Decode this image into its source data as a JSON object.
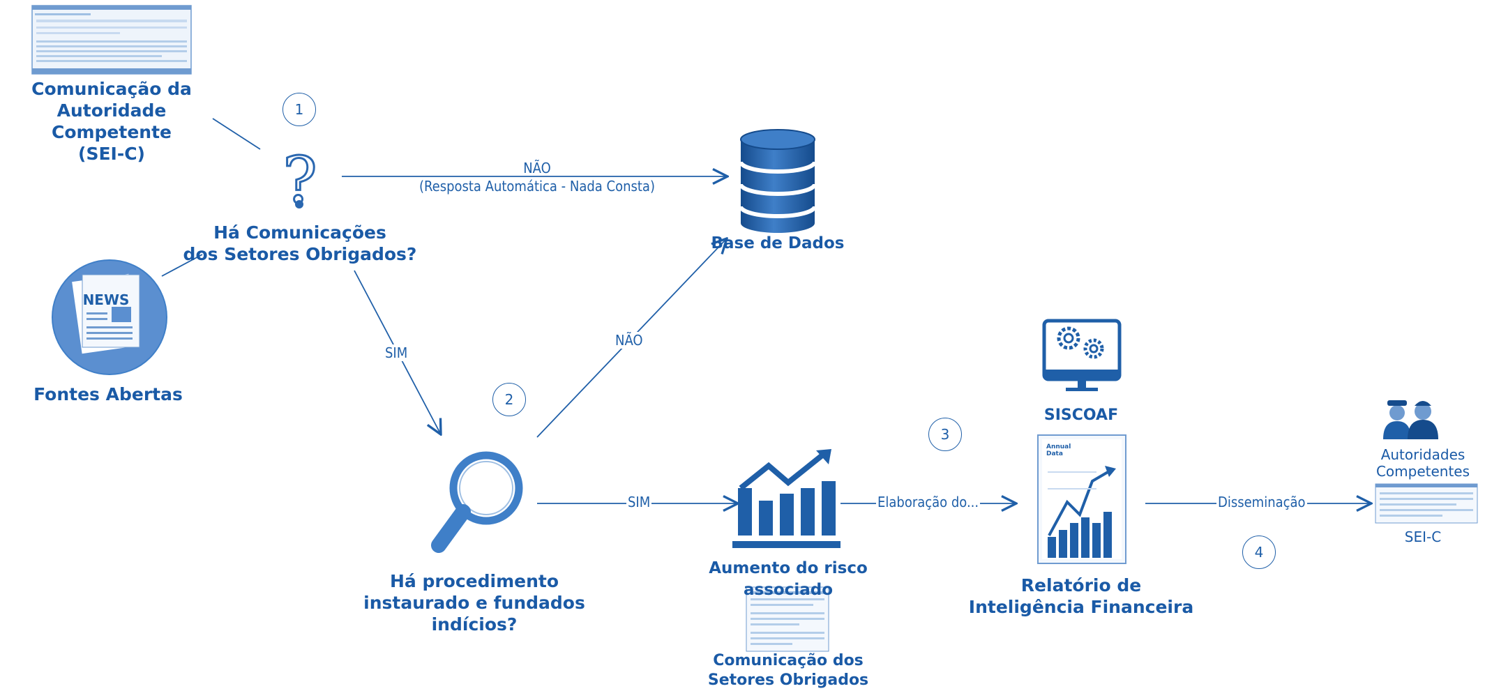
{
  "nodes": {
    "comunicacao_autoridade": "Comunicação da\nAutoridade Competente\n(SEI-C)",
    "ha_comunicacoes": "Há Comunicações\ndos Setores Obrigados?",
    "fontes_abertas": "Fontes Abertas",
    "base_de_dados": "Base de Dados",
    "ha_procedimento": "Há procedimento\ninstaurado e fundados indícios?",
    "aumento_risco": "Aumento do risco associado",
    "comunicacao_setores": "Comunicação dos\nSetores Obrigados",
    "siscoaf": "SISCOAF",
    "relatorio": "Relatório de\nInteligência Financeira",
    "autoridades": "Autoridades\nCompetentes",
    "sei_c": "SEI-C",
    "news_badge": "NEWS",
    "annual_data": "Annual\nData"
  },
  "edges": {
    "nao_resposta": "NÃO\n(Resposta Automática - Nada Consta)",
    "sim_1": "SIM",
    "nao_2": "NÃO",
    "sim_2": "SIM",
    "elaboracao": "Elaboração do...",
    "disseminacao": "Disseminação"
  },
  "steps": [
    "1",
    "2",
    "3",
    "4"
  ],
  "colors": {
    "primary": "#1f5fa8",
    "dark": "#154b8c",
    "light": "#d9e6f5",
    "mid": "#6f9bd0"
  },
  "icons": [
    "document-icon",
    "question-icon",
    "news-icon",
    "database-icon",
    "magnifier-icon",
    "bar-chart-icon",
    "monitor-gears-icon",
    "report-icon",
    "officers-icon"
  ]
}
